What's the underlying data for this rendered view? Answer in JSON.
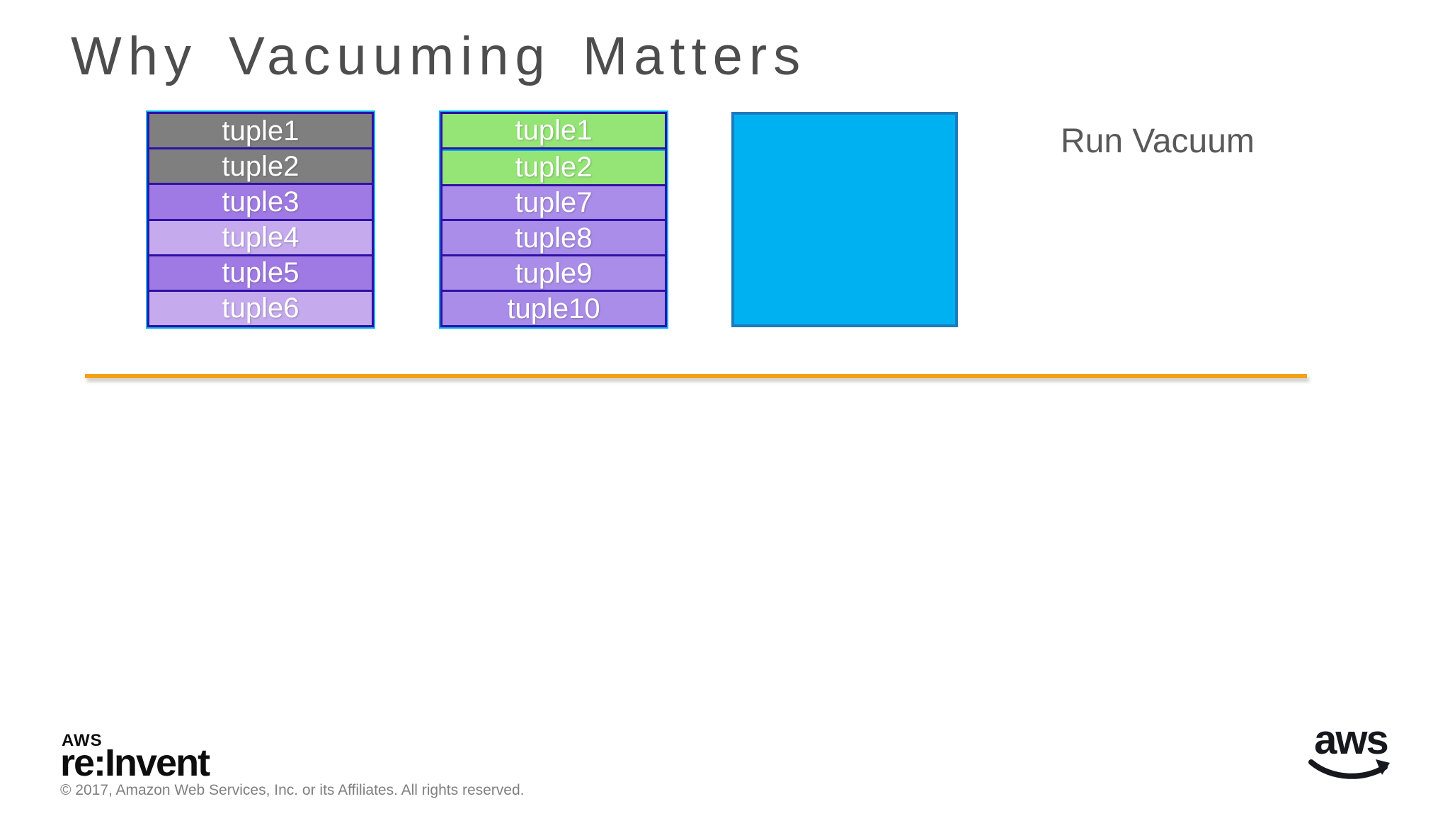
{
  "slide": {
    "title": "Why Vacuuming Matters",
    "annotation": "Run Vacuum"
  },
  "pages": {
    "before": {
      "rows": [
        {
          "label": "tuple1",
          "bg": "#7f7f7f"
        },
        {
          "label": "tuple2",
          "bg": "#7f7f7f"
        },
        {
          "label": "tuple3",
          "bg": "#a07ae4"
        },
        {
          "label": "tuple4",
          "bg": "#c5aaee"
        },
        {
          "label": "tuple5",
          "bg": "#a07ae4"
        },
        {
          "label": "tuple6",
          "bg": "#c5aaee"
        }
      ]
    },
    "after": {
      "rows": [
        {
          "label": "tuple1",
          "bg": "#94e575"
        },
        {
          "label": "tuple2",
          "bg": "#94e575"
        },
        {
          "label": "tuple7",
          "bg": "#aa8de8"
        },
        {
          "label": "tuple8",
          "bg": "#aa8de8"
        },
        {
          "label": "tuple9",
          "bg": "#aa8de8"
        },
        {
          "label": "tuple10",
          "bg": "#aa8de8"
        }
      ]
    },
    "vacuumed": {
      "bg": "#00b1f1",
      "border": "#1e7bbe"
    }
  },
  "divider": {
    "color": "#f3a218"
  },
  "footer": {
    "reinvent_logo_top": "AWS",
    "reinvent_logo_main": "re:Invent",
    "copyright": "© 2017, Amazon Web Services, Inc. or its Affiliates. All rights reserved.",
    "aws_logo_text": "aws"
  },
  "colors": {
    "title_text": "#4d4d4d",
    "table_border": "#2e11a6",
    "table_outline": "#00b0f0",
    "tuple_text": "#ffffff"
  }
}
